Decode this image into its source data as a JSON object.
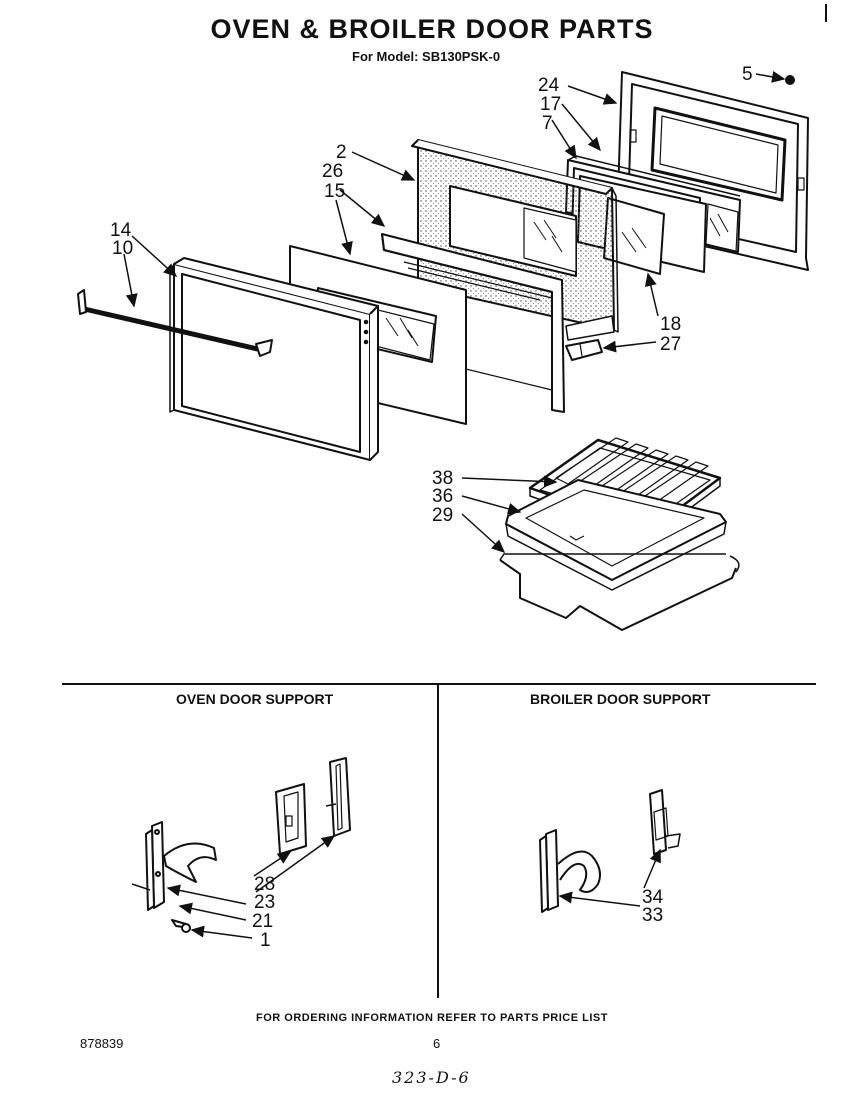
{
  "title": "OVEN & BROILER DOOR PARTS",
  "model_line": "For Model: SB130PSK-0",
  "sections": {
    "oven_door_support": "OVEN DOOR SUPPORT",
    "broiler_door_support": "BROILER DOOR SUPPORT"
  },
  "callouts": {
    "p5": "5",
    "p24": "24",
    "p17": "17",
    "p7": "7",
    "p2": "2",
    "p26": "26",
    "p15": "15",
    "p14": "14",
    "p10": "10",
    "p18": "18",
    "p27": "27",
    "p38": "38",
    "p36": "36",
    "p29": "29",
    "p28": "28",
    "p23": "23",
    "p21": "21",
    "p1": "1",
    "p34": "34",
    "p33": "33"
  },
  "footer": {
    "ordering_note": "FOR ORDERING INFORMATION REFER TO PARTS PRICE LIST",
    "document_number": "878839",
    "page_number": "6",
    "handwritten_code": "323-D-6"
  }
}
